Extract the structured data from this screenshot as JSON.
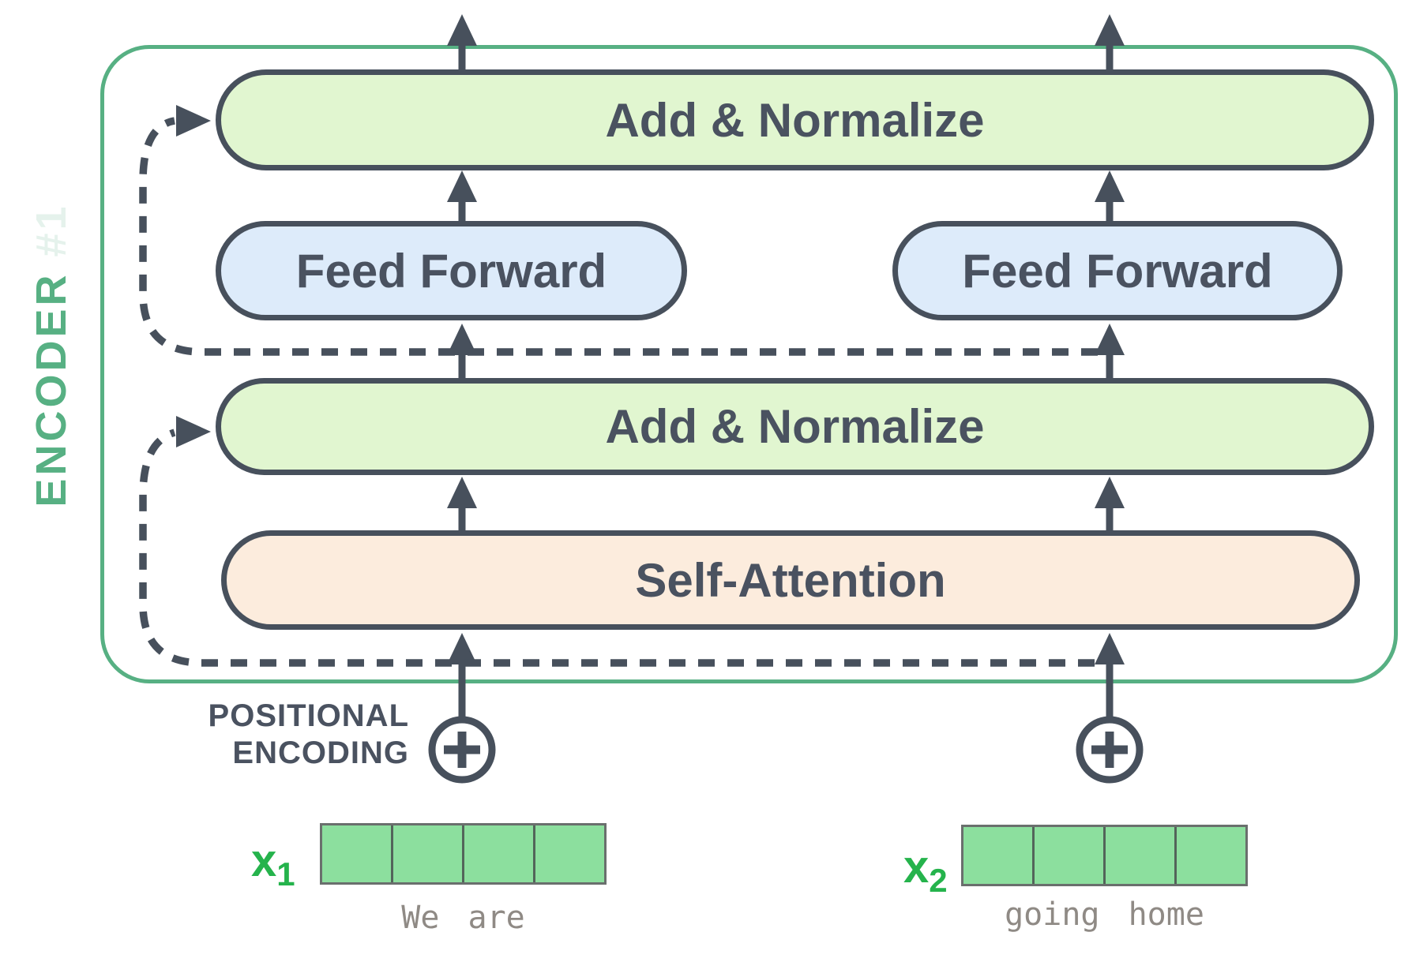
{
  "encoder": {
    "label": "ENCODER",
    "ghost_suffix": " #1"
  },
  "blocks": {
    "add_normalize_top": {
      "label": "Add & Normalize"
    },
    "feed_forward_left": {
      "label": "Feed Forward"
    },
    "feed_forward_right": {
      "label": "Feed Forward"
    },
    "add_normalize_bottom": {
      "label": "Add & Normalize"
    },
    "self_attention": {
      "label": "Self-Attention"
    }
  },
  "positional_encoding": {
    "line1": "POSITIONAL",
    "line2": "ENCODING",
    "symbol": "⊕"
  },
  "tokens": [
    {
      "base": "x",
      "sub": "1",
      "words": "We are",
      "cells": 4
    },
    {
      "base": "x",
      "sub": "2",
      "words": "going home",
      "cells": 4
    }
  ],
  "icons": {
    "positional_add_left": "plus-circle-icon",
    "positional_add_right": "plus-circle-icon",
    "flow_arrows": "up-arrow-icon",
    "residual_paths": "dashed-residual-arrow-icon"
  },
  "colors": {
    "outline_green": "#57b083",
    "box_border": "#47505c",
    "text_dark": "#4a5260",
    "addnorm_fill": "#e1f6d0",
    "ff_fill": "#ddebfa",
    "attention_fill": "#fcecdd",
    "vector_green": "#8cdf9e",
    "vector_border": "#6a6f6d",
    "vector_divider": "#53645a",
    "token_label_green": "#25b34c",
    "word_gray": "#8f8a85"
  }
}
